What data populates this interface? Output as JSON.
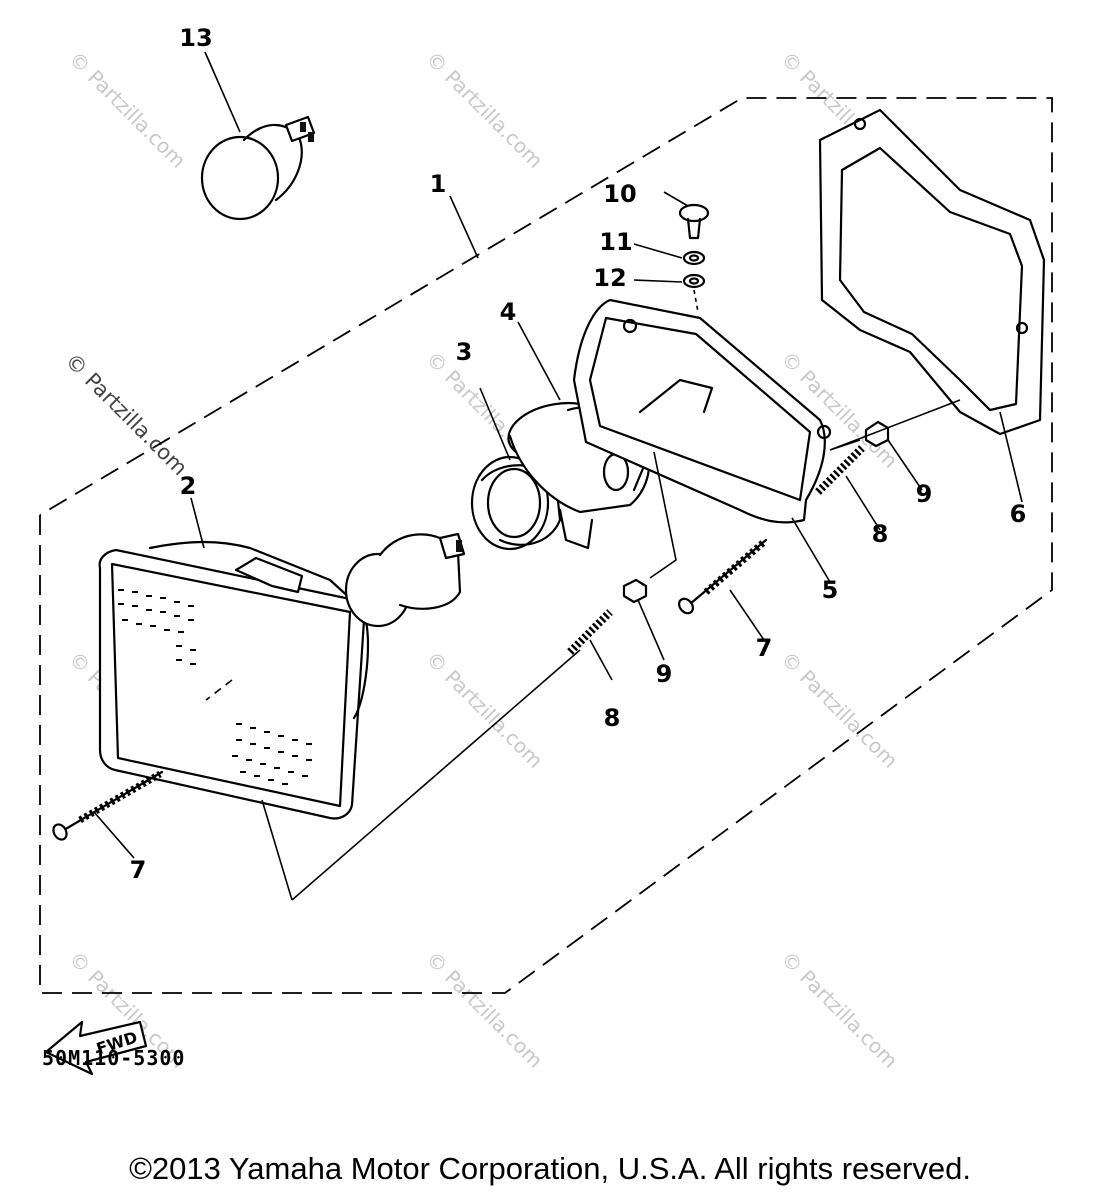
{
  "callouts": {
    "c1": "1",
    "c2": "2",
    "c3": "3",
    "c4": "4",
    "c5": "5",
    "c6": "6",
    "c7a": "7",
    "c7b": "7",
    "c8a": "8",
    "c8b": "8",
    "c9a": "9",
    "c9b": "9",
    "c10": "10",
    "c11": "11",
    "c12": "12",
    "c13": "13"
  },
  "fwd_label": "FWD",
  "diagram_code": "50M110-5300",
  "watermark": "© Partzilla.com",
  "copyright": "©2013 Yamaha Motor Corporation, U.S.A. All rights reserved.",
  "colors": {
    "line": "#000000",
    "background": "#ffffff",
    "watermark": "#c8c8c8"
  }
}
